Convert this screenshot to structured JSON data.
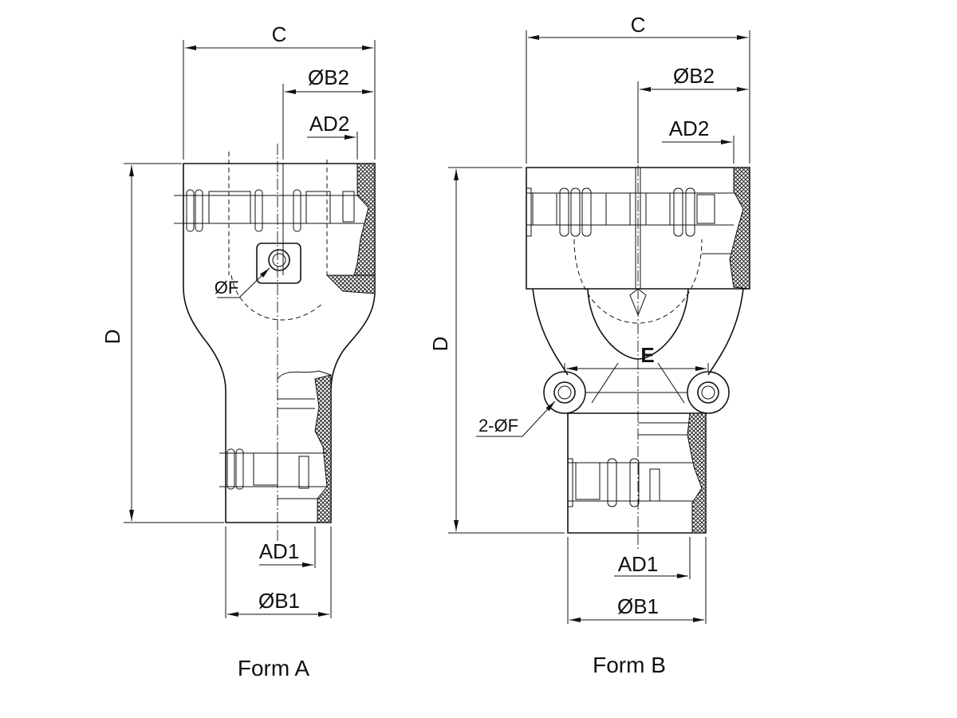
{
  "form_a": {
    "caption": "Form A",
    "labels": {
      "c": "C",
      "b2": "ØB2",
      "ad2": "AD2",
      "d": "D",
      "f": "ØF",
      "ad1": "AD1",
      "b1": "ØB1"
    }
  },
  "form_b": {
    "caption": "Form B",
    "labels": {
      "c": "C",
      "b2": "ØB2",
      "ad2": "AD2",
      "d": "D",
      "e": "E",
      "f": "2-ØF",
      "ad1": "AD1",
      "b1": "ØB1"
    }
  }
}
